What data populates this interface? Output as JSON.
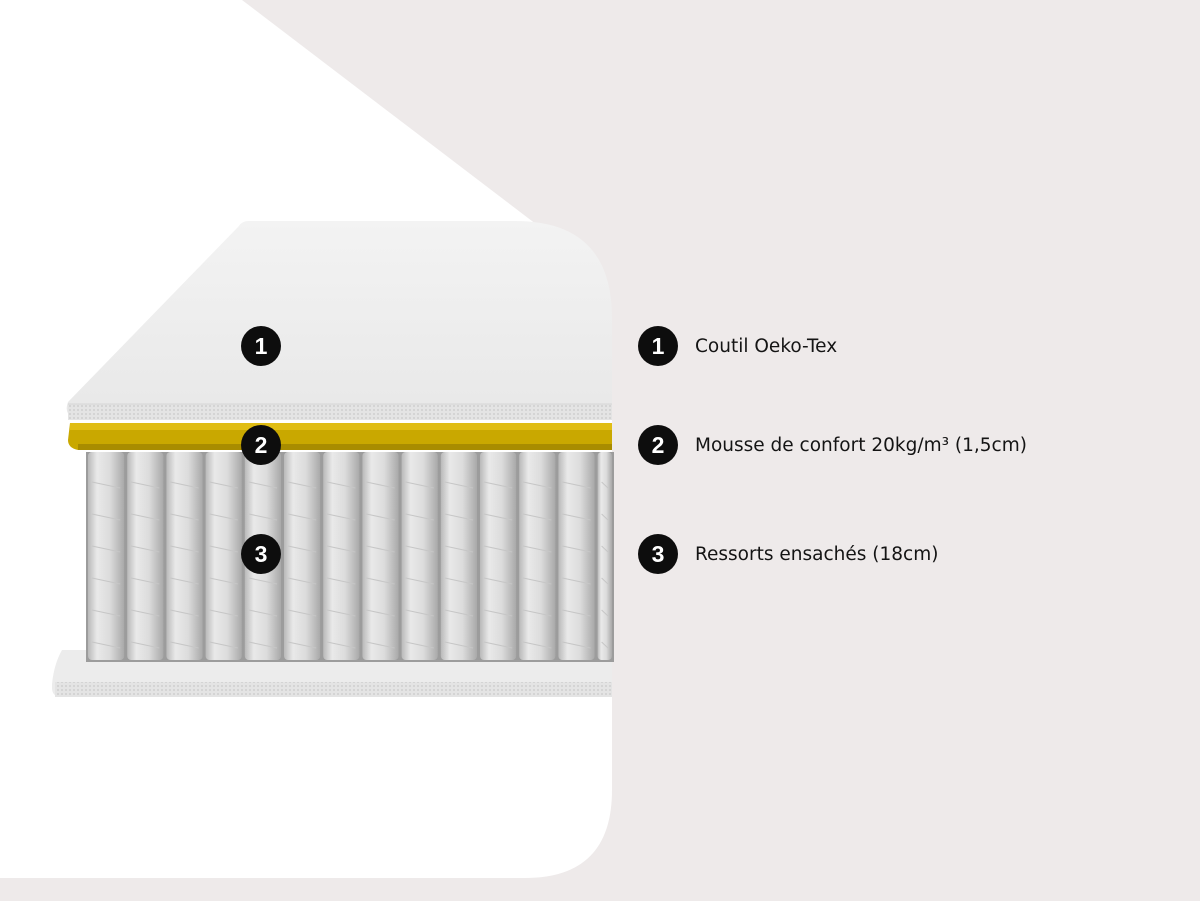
{
  "layers": [
    {
      "number": "1",
      "label": "Coutil Oeko-Tex"
    },
    {
      "number": "2",
      "label": "Mousse de confort 20kg/m³ (1,5cm)"
    },
    {
      "number": "3",
      "label": "Ressorts ensachés (18cm)"
    }
  ],
  "colors": {
    "background": "#eeeaea",
    "panel": "#ffffff",
    "cover": "#efefef",
    "comfort_foam": "#c9a800",
    "springs": "#d8d8d8",
    "marker": "#0d0d0d"
  }
}
